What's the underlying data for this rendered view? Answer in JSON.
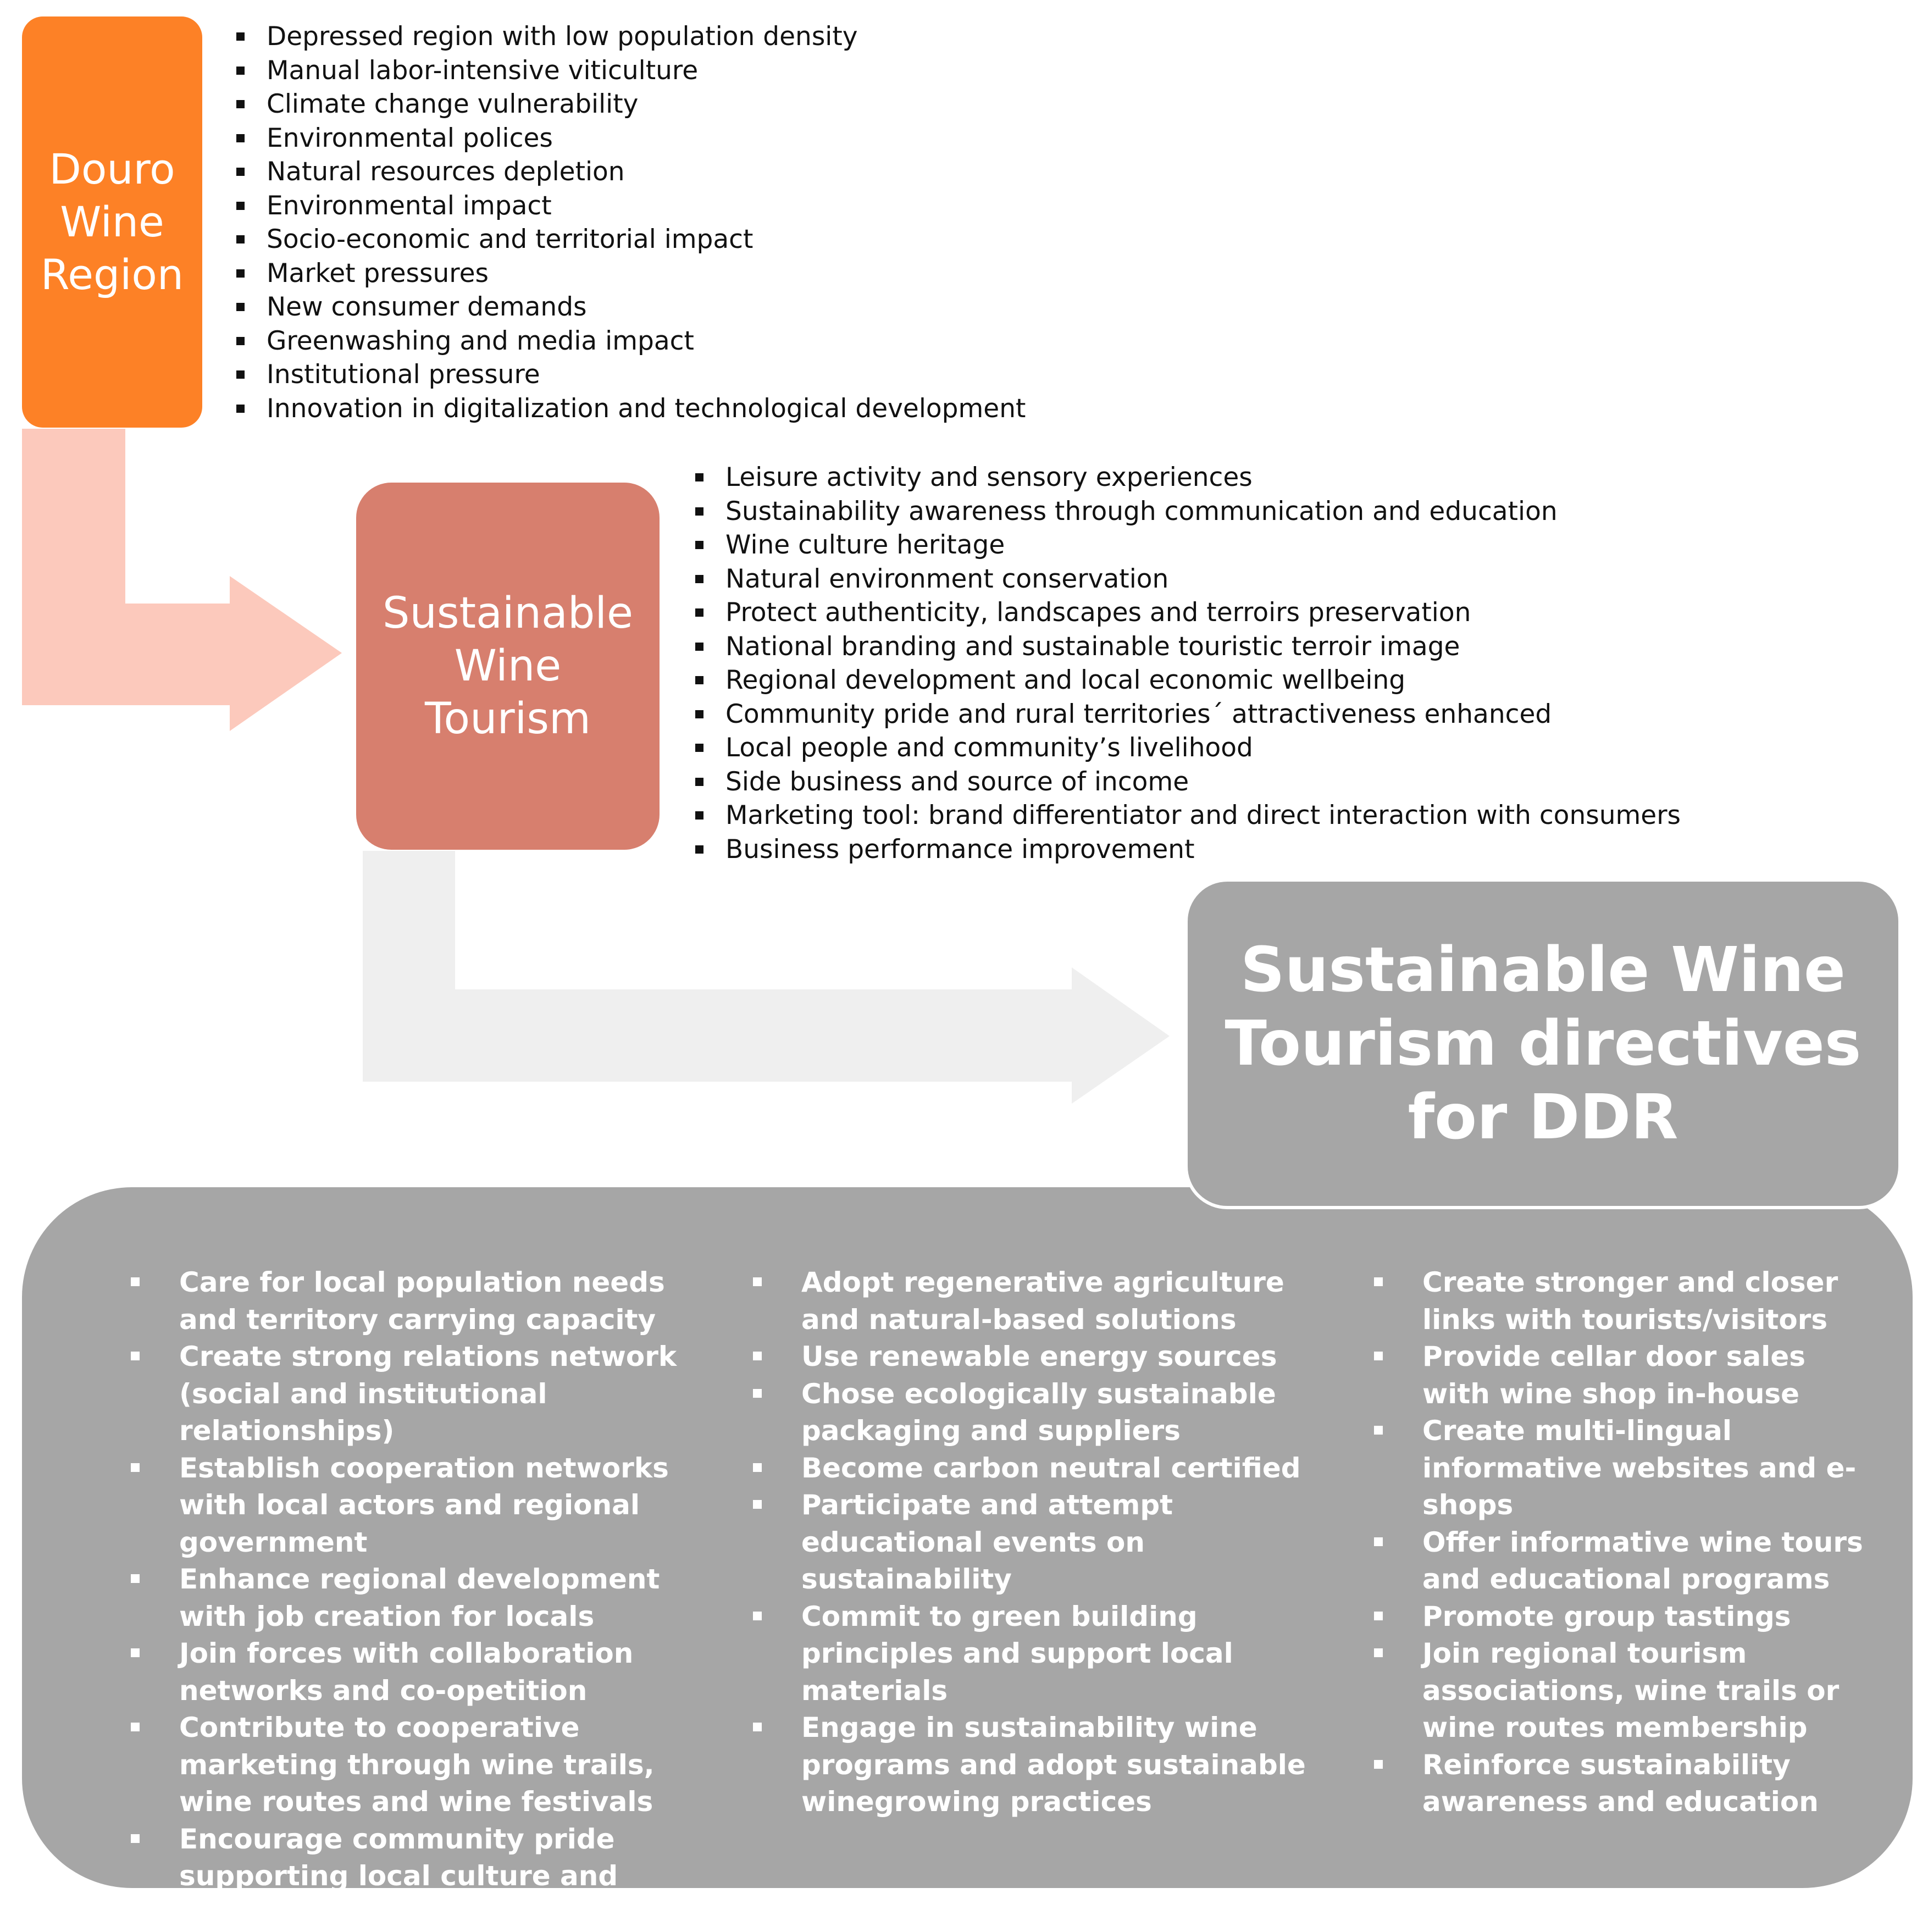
{
  "colors": {
    "douro_box": "#fd8126",
    "swt_box": "#d77f6e",
    "directives_box": "#a6a6a6",
    "arrow_1": "#fcc9bc",
    "arrow_2": "#efefef",
    "list_text": "#111111",
    "panel_text": "#ffffff"
  },
  "douro": {
    "title": [
      "Douro",
      "Wine",
      "Region"
    ],
    "items": [
      "Depressed region with low population density",
      "Manual labor-intensive viticulture",
      "Climate change vulnerability",
      "Environmental polices",
      "Natural resources depletion",
      "Environmental impact",
      "Socio-economic and territorial impact",
      "Market pressures",
      "New consumer demands",
      "Greenwashing and media impact",
      "Institutional pressure",
      "Innovation in digitalization and technological development"
    ]
  },
  "swt": {
    "title": [
      "Sustainable",
      "Wine",
      "Tourism"
    ],
    "items": [
      "Leisure activity and sensory experiences",
      "Sustainability awareness through communication and education",
      "Wine culture heritage",
      "Natural environment conservation",
      "Protect authenticity, landscapes and terroirs preservation",
      "National branding and sustainable touristic terroir image",
      "Regional development and local economic wellbeing",
      "Community pride and rural territories´ attractiveness enhanced",
      "Local people and community’s livelihood",
      "Side business and source of income",
      "Marketing tool: brand differentiator and direct interaction with consumers",
      "Business performance improvement"
    ]
  },
  "directives": {
    "title": "Sustainable Wine Tourism directives for DDR",
    "columns": [
      [
        "Care for local population needs and territory carrying capacity",
        "Create strong relations network (social and institutional relationships)",
        "Establish cooperation networks with local actors and regional government",
        "Enhance regional development with job creation for locals",
        "Join forces with collaboration networks and co-opetition",
        "Contribute to cooperative marketing through wine trails, wine routes and wine festivals",
        "Encourage community pride supporting local culture and identity"
      ],
      [
        "Adopt regenerative agriculture and natural-based solutions",
        "Use renewable energy sources",
        "Chose ecologically sustainable packaging and suppliers",
        "Become carbon neutral certified",
        "Participate and attempt educational events on sustainability",
        "Commit to green building principles and support local materials",
        "Engage in sustainability wine programs and adopt sustainable winegrowing practices"
      ],
      [
        "Create stronger and closer links with tourists/visitors",
        "Provide cellar door sales with wine shop in-house",
        "Create multi-lingual informative websites and e-shops",
        "Offer informative wine tours and educational programs",
        "Promote group tastings",
        "Join regional tourism associations, wine trails or wine routes membership",
        "Reinforce sustainability awareness and education"
      ]
    ]
  }
}
